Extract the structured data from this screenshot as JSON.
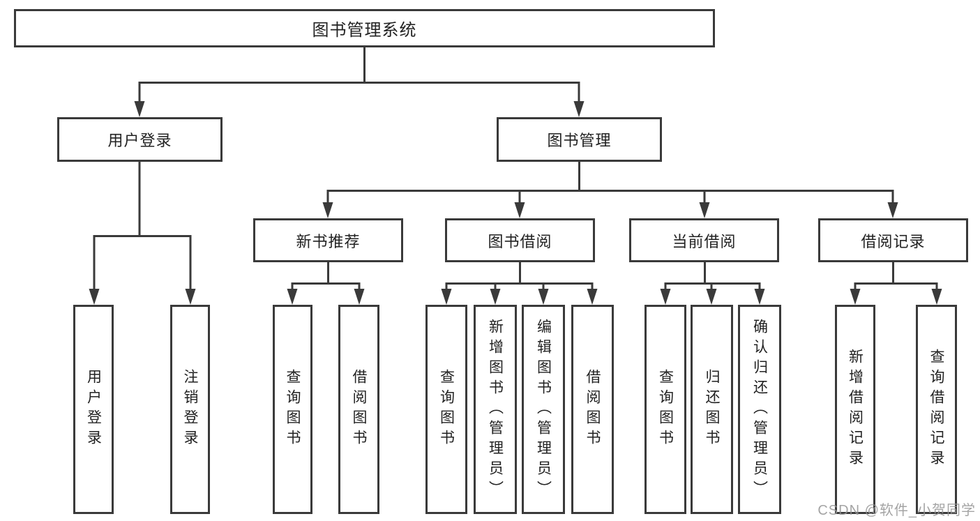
{
  "tree": {
    "root": {
      "label": "图书管理系统"
    },
    "branches": [
      {
        "label": "用户登录",
        "children": [
          {
            "label": "用户登录"
          },
          {
            "label": "注销登录"
          }
        ]
      },
      {
        "label": "图书管理",
        "groups": [
          {
            "label": "新书推荐",
            "children": [
              {
                "label": "查询图书"
              },
              {
                "label": "借阅图书"
              }
            ]
          },
          {
            "label": "图书借阅",
            "children": [
              {
                "label": "查询图书"
              },
              {
                "label": "新增图书（管理员）"
              },
              {
                "label": "编辑图书（管理员）"
              },
              {
                "label": "借阅图书"
              }
            ]
          },
          {
            "label": "当前借阅",
            "children": [
              {
                "label": "查询图书"
              },
              {
                "label": "归还图书"
              },
              {
                "label": "确认归还（管理员）"
              }
            ]
          },
          {
            "label": "借阅记录",
            "children": [
              {
                "label": "新增借阅记录"
              },
              {
                "label": "查询借阅记录"
              }
            ]
          }
        ]
      }
    ]
  },
  "watermark": "CSDN @软件_小贺同学",
  "colors": {
    "line": "#3a3a3a",
    "text": "#222222",
    "background": "#ffffff",
    "watermark": "#949494"
  }
}
